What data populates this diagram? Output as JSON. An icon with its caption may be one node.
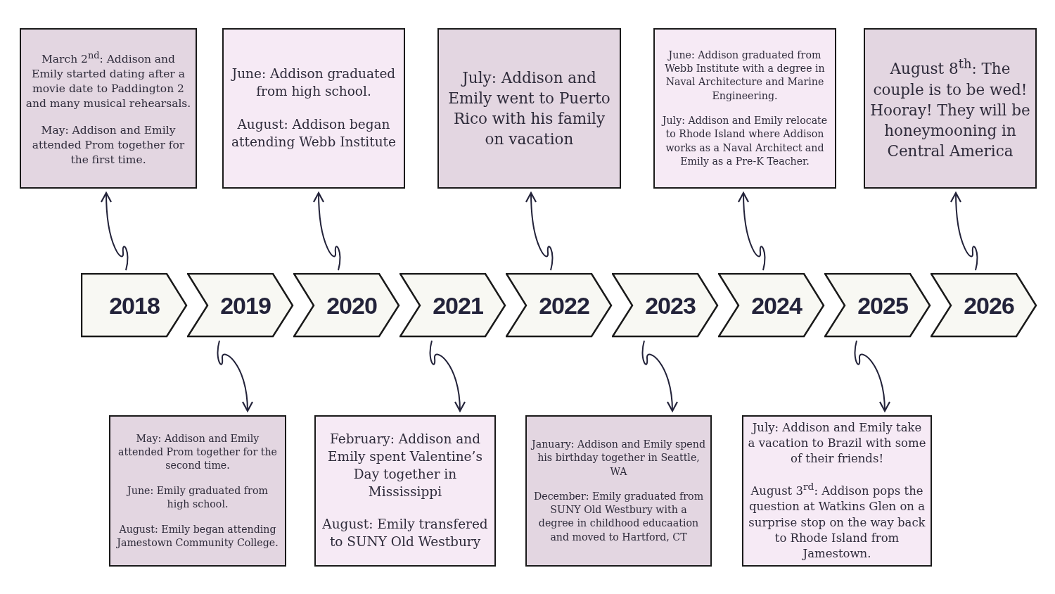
{
  "diagram": {
    "nodes": [
      {
        "text": [
          "March 2$^{nd}$: Addison and Emily started dating after a movie date to Paddington 2 and many musical rehearsals.",
          "May: Addison and Emily attended Prom together for the first time."
        ]
      },
      {
        "text": [
          "June: Addison graduated from high school.",
          "August: Addison began attending Webb Institute"
        ]
      },
      {
        "text": [
          "July: Addison and Emily went to Puerto Rico with his family on vacation"
        ]
      },
      {
        "text": [
          "June: Addison graduated from Webb Institute with a degree in Naval Architecture and Marine Engineering.",
          "July: Addison and Emily relocate to Rhode Island where Addison works as a Naval Architect and Emily as a Pre-K Teacher."
        ]
      },
      {
        "text": [
          "August 8$^{th}$: The couple is to be wed! Hooray! They will be honeymooning in Central America"
        ]
      },
      {
        "text": [
          "2018"
        ]
      },
      {
        "text": [
          "2019"
        ]
      },
      {
        "text": [
          "2020"
        ]
      },
      {
        "text": [
          "2021"
        ]
      },
      {
        "text": [
          "2022"
        ]
      },
      {
        "text": [
          "2023"
        ]
      },
      {
        "text": [
          "2024"
        ]
      },
      {
        "text": [
          "2025"
        ]
      },
      {
        "text": [
          "2026"
        ]
      },
      {
        "text": [
          "May: Addison and Emily attended Prom together for the second time.",
          "June: Emily graduated from high school.",
          "August: Emily began attending Jamestown Community College."
        ]
      },
      {
        "text": [
          "February: Addison and Emily spent Valentine’s Day together in Mississippi",
          "August: Emily transfered to SUNY Old Westbury"
        ]
      },
      {
        "text": [
          "January: Addison and Emily spend his birthday together in Seattle, WA",
          "December: Emily graduated from SUNY Old Westbury with a degree in childhood educaation and moved to Hartford, CT"
        ]
      },
      {
        "text": [
          "July: Addison and Emily take a vacation to Brazil with some of their friends!",
          "August 3$^{rd}$: Addison pops the question at Watkins Glen on a surprise stop on the way back to Rhode Island from Jamestown."
        ]
      }
    ],
    "edges": [
      {
        "from": 5,
        "to": 0,
        "arrow": "to"
      },
      {
        "from": 6,
        "to": 14,
        "arrow": "to"
      },
      {
        "from": 7,
        "to": 1,
        "arrow": "to"
      },
      {
        "from": 8,
        "to": 15,
        "arrow": "to"
      },
      {
        "from": 9,
        "to": 2,
        "arrow": "to"
      },
      {
        "from": 10,
        "to": 16,
        "arrow": "to"
      },
      {
        "from": 11,
        "to": 3,
        "arrow": "to"
      },
      {
        "from": 12,
        "to": 17,
        "arrow": "to"
      },
      {
        "from": 13,
        "to": 4,
        "arrow": "to"
      }
    ]
  }
}
